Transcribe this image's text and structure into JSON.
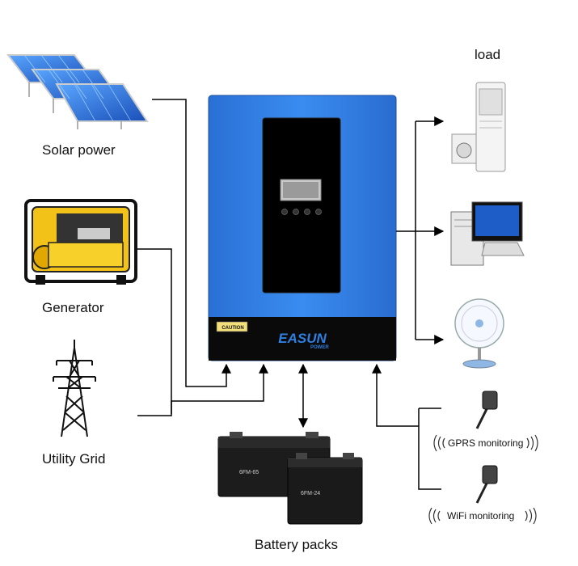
{
  "sources": {
    "solar": "Solar power",
    "generator": "Generator",
    "grid": "Utility Grid"
  },
  "load": {
    "title": "load"
  },
  "battery": {
    "title": "Battery packs",
    "left_label": "6FM-65",
    "right_label": "6FM-24"
  },
  "monitoring": {
    "gprs": "GPRS monitoring",
    "wifi": "WiFi monitoring"
  },
  "inverter": {
    "brand_main": "EASUN",
    "brand_sub": "POWER",
    "caution": "CAUTION",
    "body_color": "#2f7fe0",
    "base_color": "#0a0a0a"
  },
  "icons": [
    "solar-panel-icon",
    "generator-icon",
    "transmission-tower-icon",
    "air-conditioner-icon",
    "washing-machine-icon",
    "computer-icon",
    "fan-icon",
    "gprs-antenna-icon",
    "wifi-antenna-icon",
    "battery-icon"
  ]
}
